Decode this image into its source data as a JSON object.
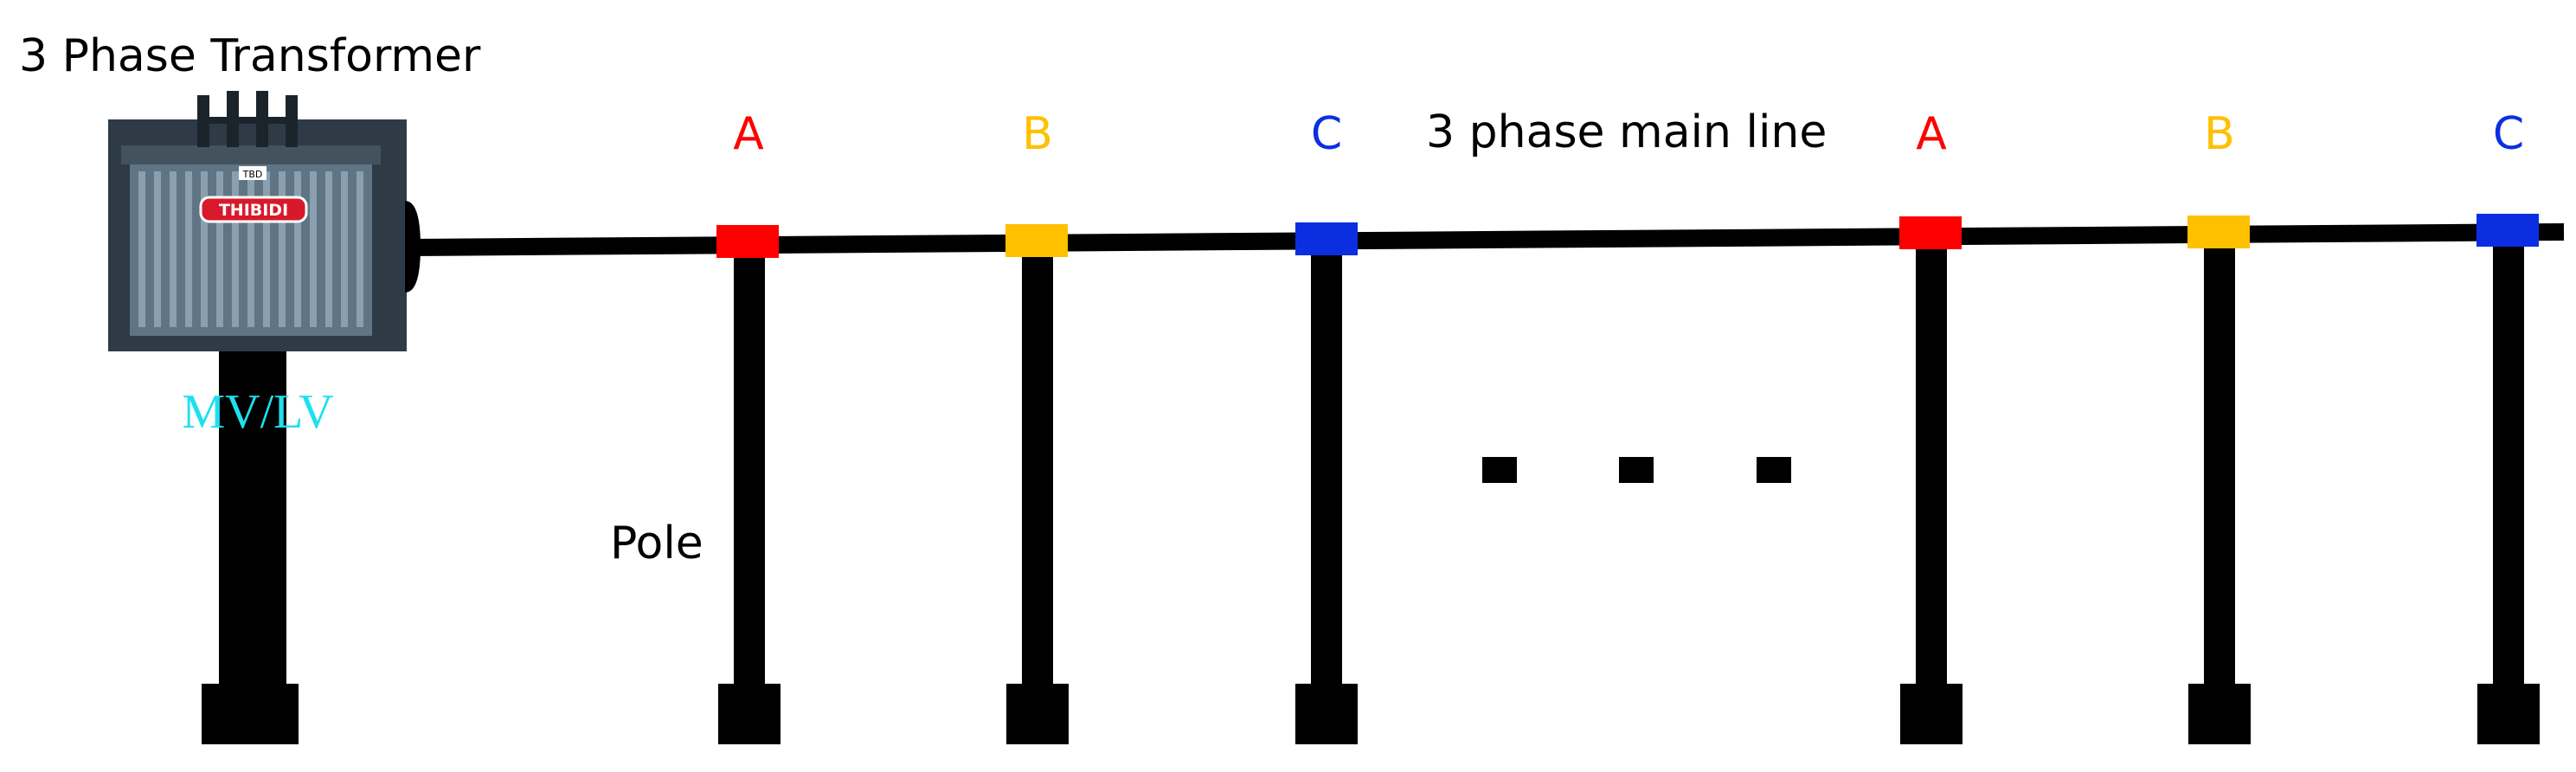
{
  "title": "3 Phase Transformer",
  "transformer": {
    "label": "MV/LV",
    "badge": "THIBIDI",
    "plate": "TBD"
  },
  "main_line_label": "3 phase main line",
  "pole_label": "Pole",
  "phases": [
    {
      "name": "A",
      "color": "#ff0000"
    },
    {
      "name": "B",
      "color": "#ffc000"
    },
    {
      "name": "C",
      "color": "#0b2fe0"
    },
    {
      "name": "A",
      "color": "#ff0000"
    },
    {
      "name": "B",
      "color": "#ffc000"
    },
    {
      "name": "C",
      "color": "#0b2fe0"
    }
  ],
  "colors": {
    "line": "#000000",
    "label_text": "#000000",
    "mv_lv_text": "#1ee0ee",
    "transformer_body": "#5f7585"
  },
  "ellipsis_dots": 3
}
